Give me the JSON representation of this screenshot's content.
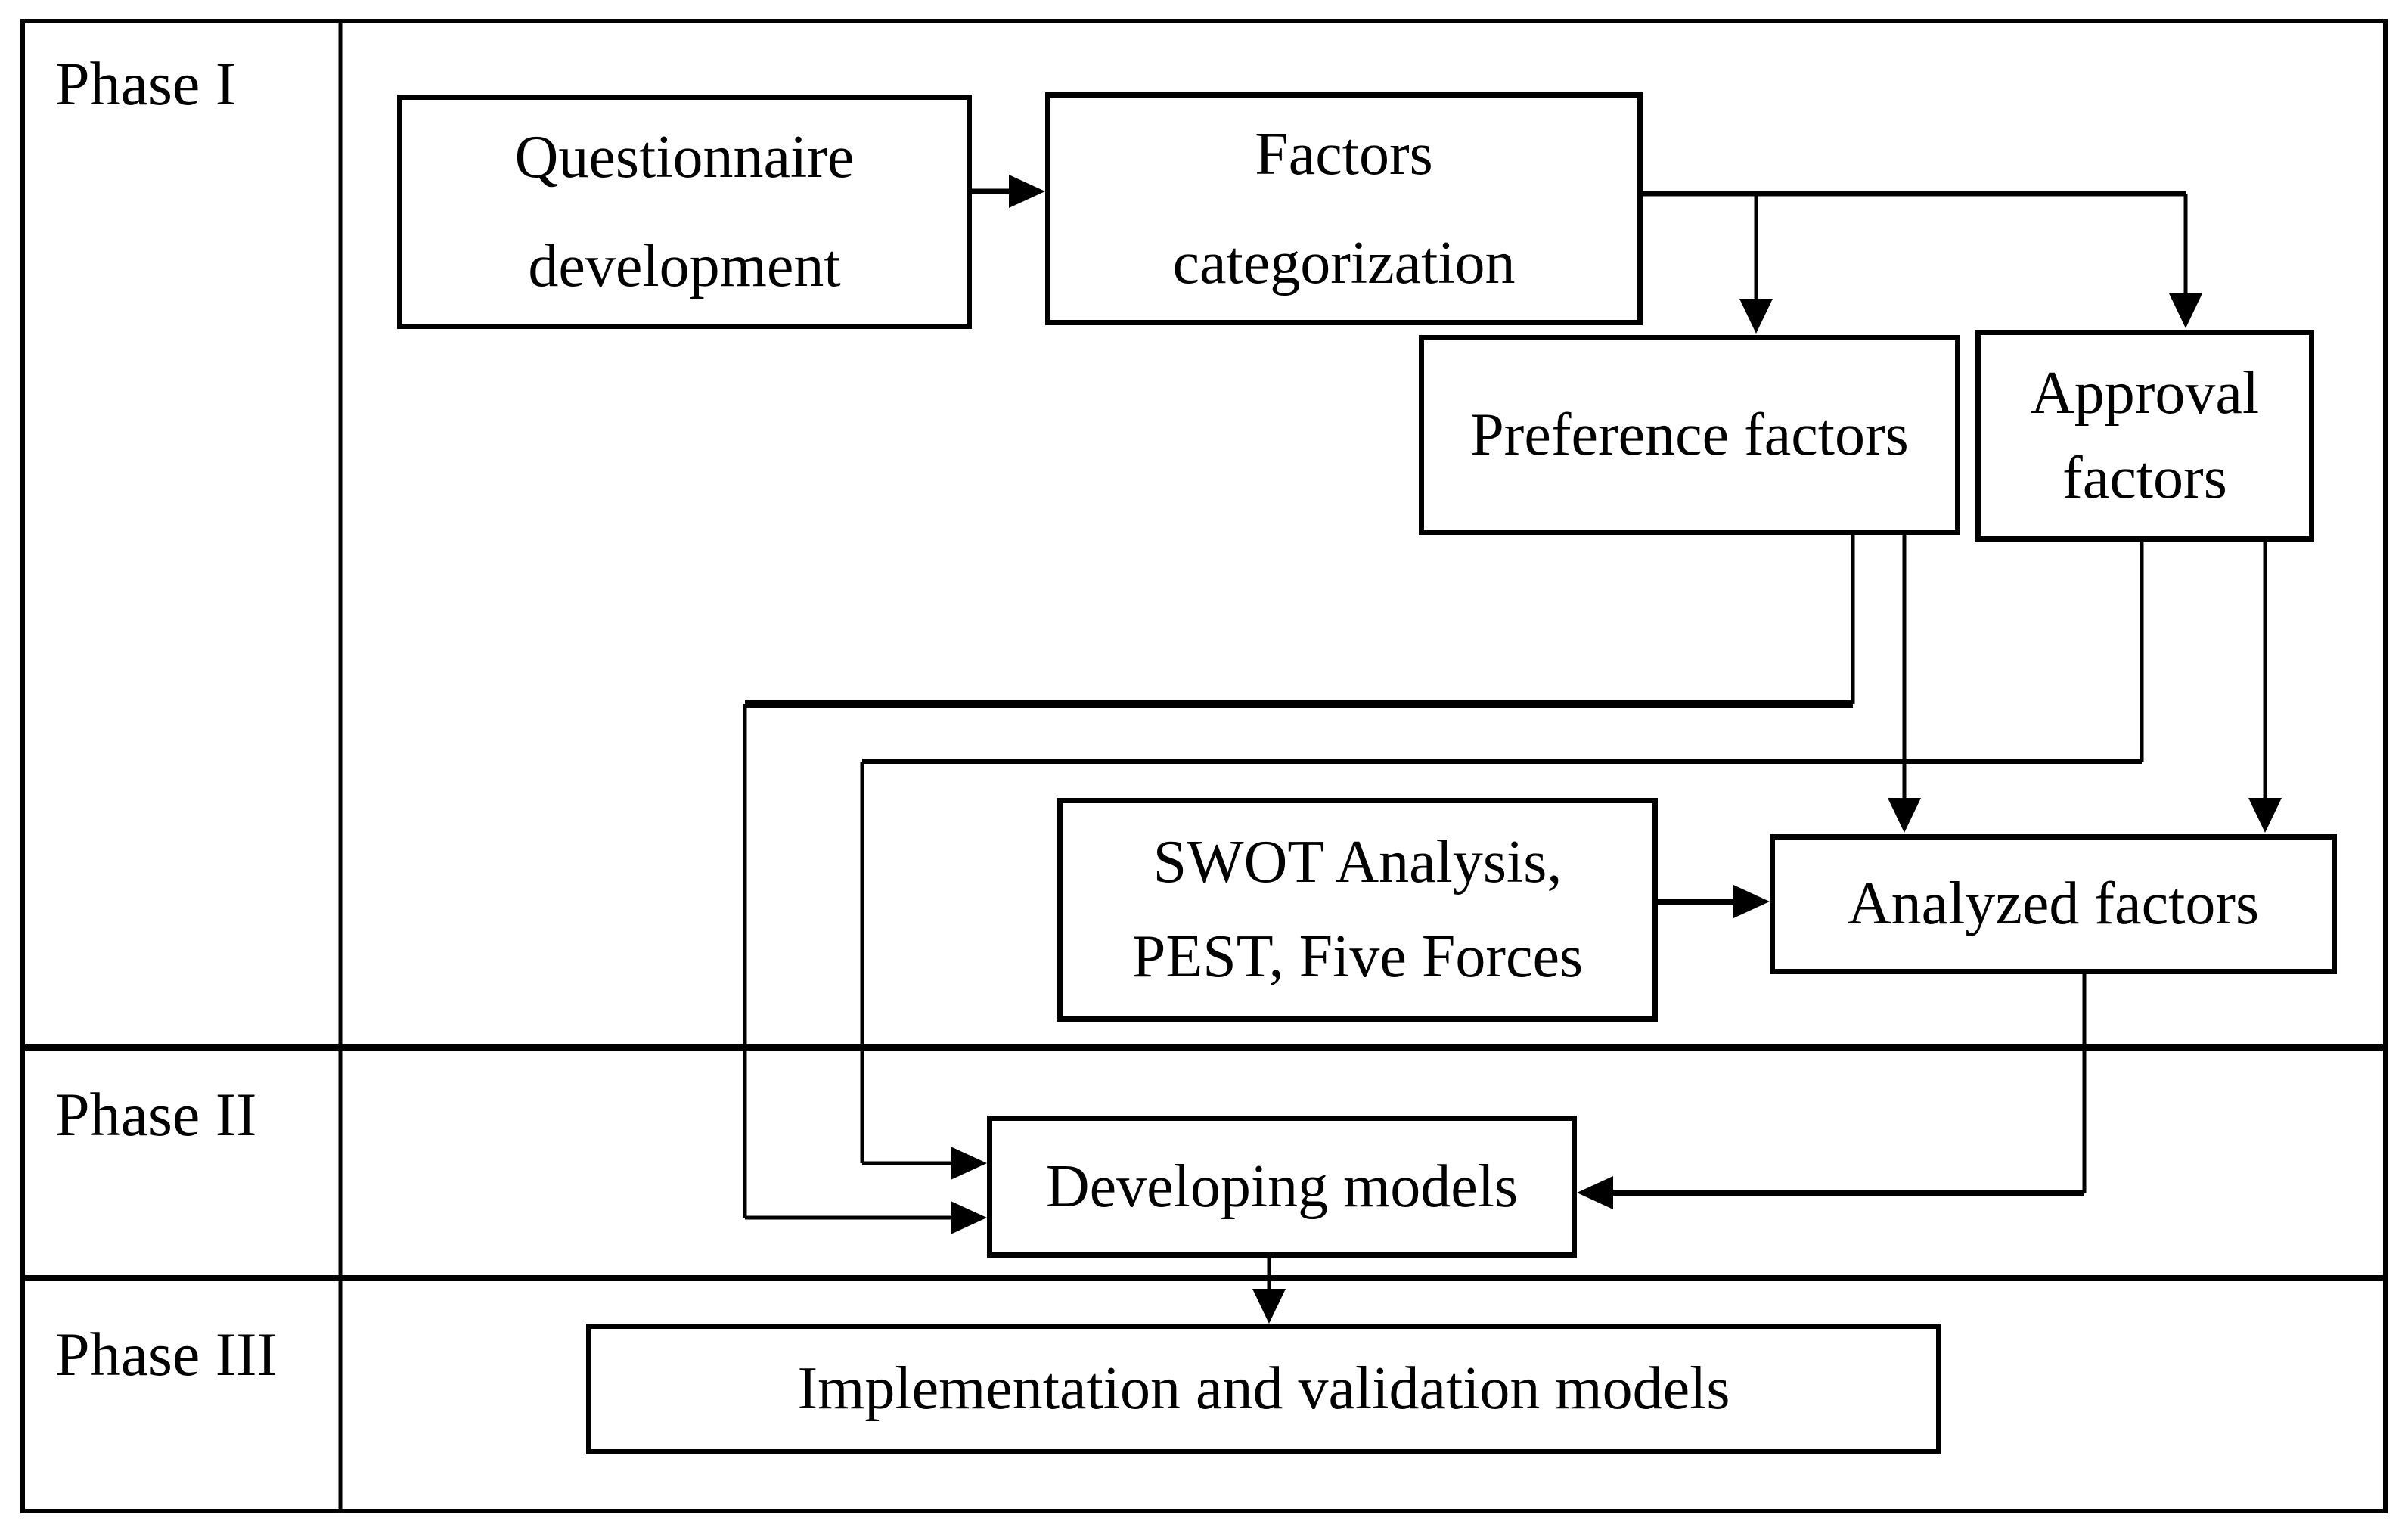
{
  "figure": {
    "colors": {
      "ink": "#000000",
      "paper": "#ffffff"
    },
    "phases": [
      {
        "id": "phase-1",
        "label": "Phase I"
      },
      {
        "id": "phase-2",
        "label": "Phase II"
      },
      {
        "id": "phase-3",
        "label": "Phase III"
      }
    ],
    "boxes": {
      "questionnaire": {
        "lines": [
          "Questionnaire",
          "development"
        ]
      },
      "factors": {
        "lines": [
          "Factors",
          "categorization"
        ]
      },
      "preference": {
        "lines": [
          "Preference factors"
        ]
      },
      "approval": {
        "lines": [
          "Approval",
          "factors"
        ]
      },
      "swot": {
        "lines": [
          "SWOT Analysis,",
          "PEST, Five Forces"
        ]
      },
      "analyzed": {
        "lines": [
          "Analyzed factors"
        ]
      },
      "developing": {
        "lines": [
          "Developing models"
        ]
      },
      "implementation": {
        "lines": [
          "Implementation and validation models"
        ]
      }
    },
    "edges": [
      {
        "from": "questionnaire-development",
        "to": "factors-categorization"
      },
      {
        "from": "factors-categorization",
        "to": "preference-factors"
      },
      {
        "from": "factors-categorization",
        "to": "approval-factors"
      },
      {
        "from": "preference-factors",
        "to": "developing-models"
      },
      {
        "from": "preference-factors",
        "to": "analyzed-factors"
      },
      {
        "from": "approval-factors",
        "to": "developing-models"
      },
      {
        "from": "approval-factors",
        "to": "analyzed-factors"
      },
      {
        "from": "swot-pest-five-forces",
        "to": "analyzed-factors"
      },
      {
        "from": "analyzed-factors",
        "to": "developing-models"
      },
      {
        "from": "developing-models",
        "to": "implementation-and-validation-models"
      }
    ]
  }
}
